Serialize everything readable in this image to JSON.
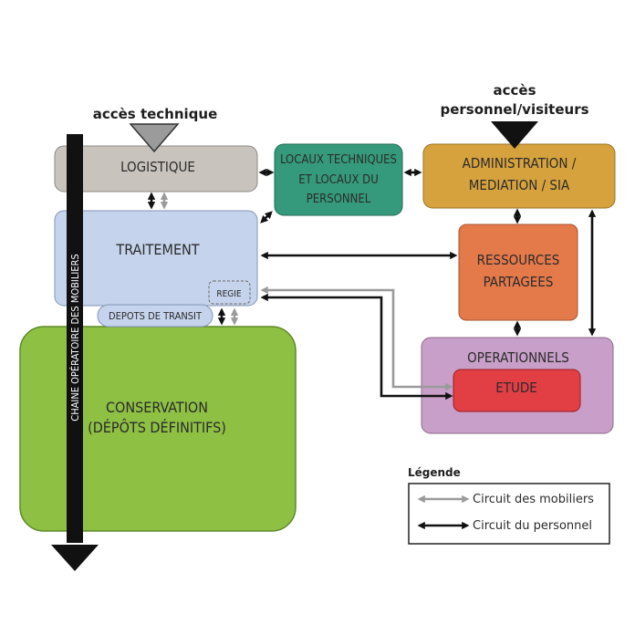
{
  "access": {
    "technical": "accès technique",
    "staff_line1": "accès",
    "staff_line2": "personnel/visiteurs"
  },
  "boxes": {
    "logistique": "LOGISTIQUE",
    "locaux_line1": "LOCAUX TECHNIQUES",
    "locaux_line2": "ET LOCAUX DU",
    "locaux_line3": "PERSONNEL",
    "admin_line1": "ADMINISTRATION /",
    "admin_line2": "MEDIATION / SIA",
    "traitement": "TRAITEMENT",
    "regie": "REGIE",
    "depots_transit": "DEPOTS DE TRANSIT",
    "ressources_line1": "RESSOURCES",
    "ressources_line2": "PARTAGEES",
    "operationnels": "OPERATIONNELS",
    "etude": "ETUDE",
    "conservation_line1": "CONSERVATION",
    "conservation_line2": "(DÉPÔTS DÉFINITIFS)"
  },
  "chain_label": "CHAINE OPÉRATOIRE DES MOBILIERS",
  "legend": {
    "title": "Légende",
    "items": [
      {
        "label": "Circuit des mobiliers",
        "color": "#9a9a9a"
      },
      {
        "label": "Circuit du personnel",
        "color": "#111111"
      }
    ]
  },
  "colors": {
    "logistique": "#c8c3bd",
    "locaux": "#359a7b",
    "admin": "#d6a23d",
    "traitement": "#c5d3ec",
    "ressources": "#e4794a",
    "operationnels": "#c89fc8",
    "etude": "#e23f45",
    "conservation": "#8ec044",
    "mobiliers_arrow": "#9a9a9a",
    "personnel_arrow": "#111111"
  }
}
